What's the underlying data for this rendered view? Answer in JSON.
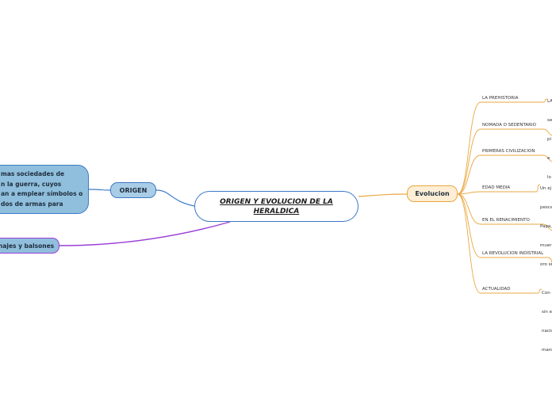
{
  "central": {
    "label": "ORIGEN Y EVOLUCION DE LA HERALDICA"
  },
  "origen": {
    "label": "ORIGEN",
    "detail": [
      "mas sociedades de",
      "n la guerra, cuyos",
      "an a emplear símbolos o",
      "dos de armas para"
    ]
  },
  "personajes": {
    "label": "najes y balsones"
  },
  "evolucion": {
    "label": "Evolucion",
    "items": [
      {
        "label": "LA PREHISTORIA",
        "note": [
          "LA",
          "se",
          "pi",
          "e",
          "lo"
        ]
      },
      {
        "label": "NOMADA O SEDENTARIO",
        "note": []
      },
      {
        "label": "PRIMERAS CIVILIZACION",
        "note": []
      },
      {
        "label": "EDAD MEDIA",
        "note": [
          "Un ej",
          "pesca",
          "Papa,",
          "muer",
          "oro se"
        ]
      },
      {
        "label": "EN EL RENACIMIENTO",
        "note": []
      },
      {
        "label": "LA REVOLUCION INDISTRIAL",
        "note": []
      },
      {
        "label": "ACTUALIDAD",
        "note": [
          "Con e",
          "sin e",
          "nacio",
          "marc"
        ]
      }
    ]
  },
  "colors": {
    "blue": "#3d78c9",
    "purple": "#9b3fd6",
    "orange": "#e9a740"
  }
}
